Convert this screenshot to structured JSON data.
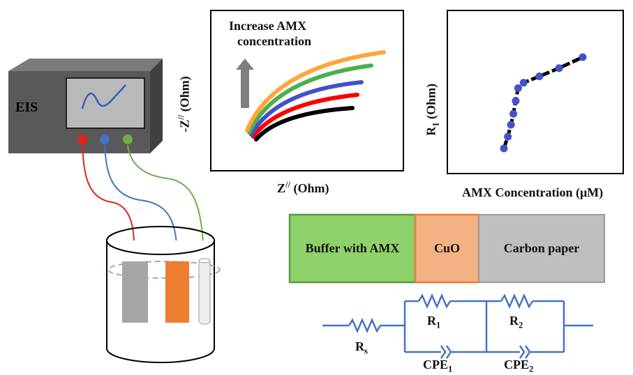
{
  "instrument": {
    "label": "EIS",
    "body_color": "#595959",
    "screen_color": "#b9b9b9",
    "terminals": [
      {
        "color": "#e0241b"
      },
      {
        "color": "#4472c4"
      },
      {
        "color": "#70ad47"
      }
    ]
  },
  "wires": {
    "red": "#e0241b",
    "blue": "#4472c4",
    "green": "#70ad47"
  },
  "electrodes": {
    "working_color": "#a6a6a6",
    "counter_color": "#ed7d31",
    "reference_color": "#eeeeee",
    "dashed_ring_color": "#8faadc"
  },
  "nyquist": {
    "annotation_line1": "Increase AMX",
    "annotation_line2": "concentration",
    "ylabel": "-Z",
    "ylabel_sup": "//",
    "ylabel_unit": " (Ohm)",
    "xlabel": "Z",
    "xlabel_sup": "//",
    "xlabel_unit": " (Ohm)",
    "arrow_color": "#7f7f7f",
    "curves": [
      "#000000",
      "#ff0000",
      "#4451c8",
      "#4cb04c",
      "#ffa53a"
    ]
  },
  "chart_data": {
    "type": "line",
    "xlabel": "AMX Concentration (μM)",
    "ylabel": "R1 (Ohm)",
    "ylabel_main": "R",
    "ylabel_sub": "1",
    "ylabel_unit": " (Ohm)",
    "series": [
      {
        "values": [
          {
            "x": 0.0,
            "y": 0.0
          },
          {
            "x": 0.05,
            "y": 0.13
          },
          {
            "x": 0.09,
            "y": 0.26
          },
          {
            "x": 0.12,
            "y": 0.38
          },
          {
            "x": 0.15,
            "y": 0.52
          },
          {
            "x": 0.18,
            "y": 0.66
          },
          {
            "x": 0.25,
            "y": 0.72
          },
          {
            "x": 0.45,
            "y": 0.79
          },
          {
            "x": 0.7,
            "y": 0.88
          },
          {
            "x": 1.0,
            "y": 1.0
          }
        ]
      }
    ],
    "line_color": "#000000",
    "point_color": "#4451c8",
    "grid": false
  },
  "layers": [
    {
      "label": "Buffer with AMX",
      "fill": "#8fd16a",
      "border": "#5a9a3a"
    },
    {
      "label": "CuO",
      "fill": "#f4b183",
      "border": "#ed7d31"
    },
    {
      "label": "Carbon paper",
      "fill": "#bfbfbf",
      "border": "#9a9a9a"
    }
  ],
  "circuit": {
    "wire_color": "#4472c4",
    "rs": "R",
    "rs_sub": "s",
    "r1": "R",
    "r1_sub": "1",
    "r2": "R",
    "r2_sub": "2",
    "cpe1": "CPE",
    "cpe1_sub": "1",
    "cpe2": "CPE",
    "cpe2_sub": "2"
  }
}
